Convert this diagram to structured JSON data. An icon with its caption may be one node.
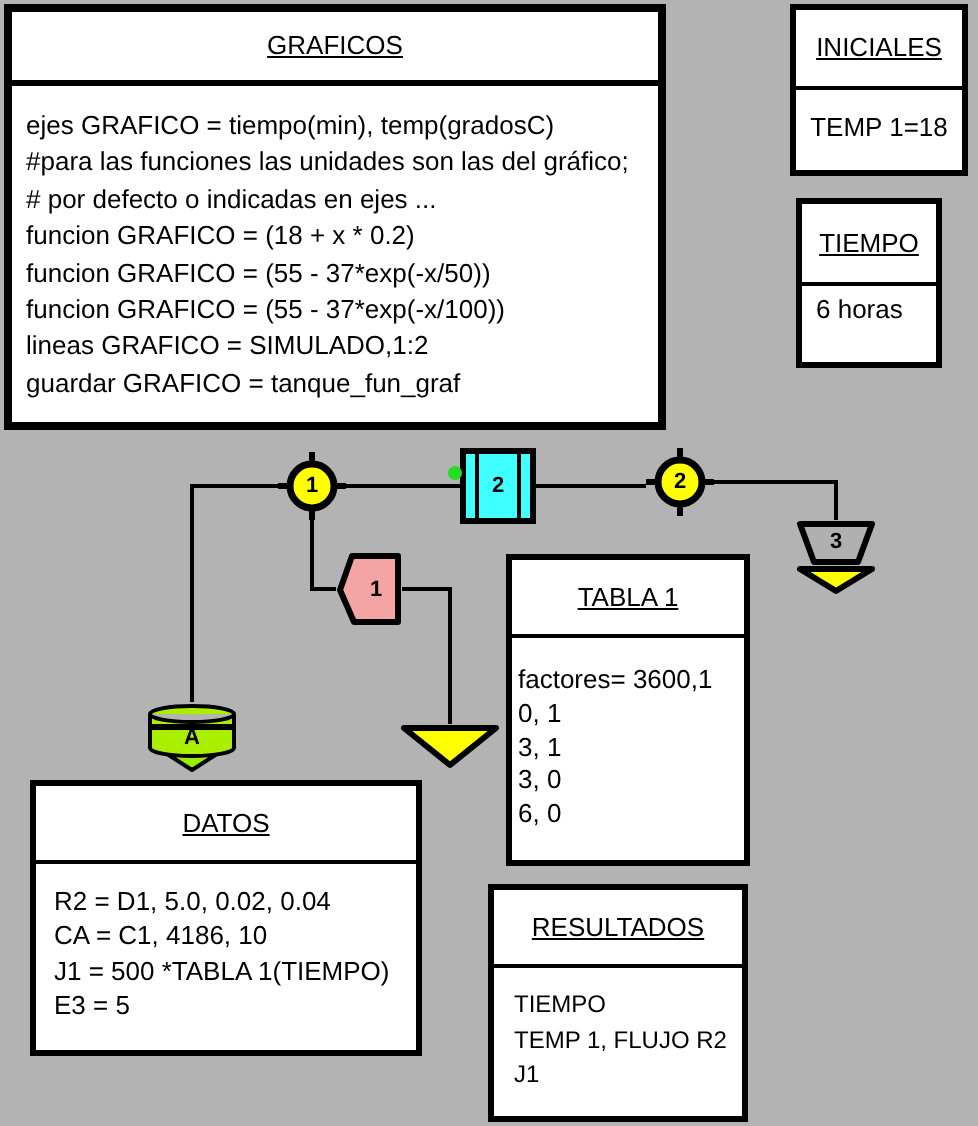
{
  "diagram": {
    "nodes": [
      {
        "text": [
          "GRAFICOS",
          "ejes GRAFICO = tiempo(min), temp(gradosC)",
          "#para las funciones las unidades son las del gráfico;",
          "# por defecto o indicadas en ejes ...",
          "funcion GRAFICO = (18 + x * 0.2)",
          "funcion GRAFICO = (55 - 37*exp(-x/50))",
          "funcion GRAFICO = (55 - 37*exp(-x/100))",
          "lineas GRAFICO = SIMULADO,1:2",
          "guardar GRAFICO = tanque_fun_graf"
        ]
      },
      {
        "text": [
          "INICIALES",
          "TEMP 1=18"
        ]
      },
      {
        "text": [
          "TIEMPO",
          "6 horas"
        ]
      },
      {
        "text": [
          "1"
        ]
      },
      {
        "text": [
          "2"
        ]
      },
      {
        "text": [
          "2"
        ]
      },
      {
        "text": [
          "3"
        ]
      },
      {
        "text": [
          "1"
        ]
      },
      {
        "text": [
          "TABLA 1",
          "factores= 3600,1",
          "0, 1",
          "3, 1",
          "3, 0",
          "6, 0"
        ]
      },
      {
        "text": [
          "A"
        ]
      },
      {
        "text": [],
        "shape": "triangle"
      },
      {
        "text": [
          "DATOS",
          "R2 = D1, 5.0, 0.02, 0.04",
          "CA = C1, 4186, 10",
          "J1 = 500 *TABLA 1(TIEMPO)",
          "E3 = 5"
        ]
      },
      {
        "text": [
          "RESULTADOS",
          "TIEMPO",
          "TEMP 1, FLUJO R2",
          "J1"
        ]
      }
    ],
    "edges": [
      {
        "from": 3,
        "to": 9,
        "arrow": "none"
      },
      {
        "from": 3,
        "to": 4,
        "arrow": "none"
      },
      {
        "from": 4,
        "to": 5,
        "arrow": "none"
      },
      {
        "from": 5,
        "to": 6,
        "arrow": "none"
      },
      {
        "from": 3,
        "to": 7,
        "arrow": "none"
      },
      {
        "from": 7,
        "to": 10,
        "arrow": "none"
      }
    ]
  }
}
